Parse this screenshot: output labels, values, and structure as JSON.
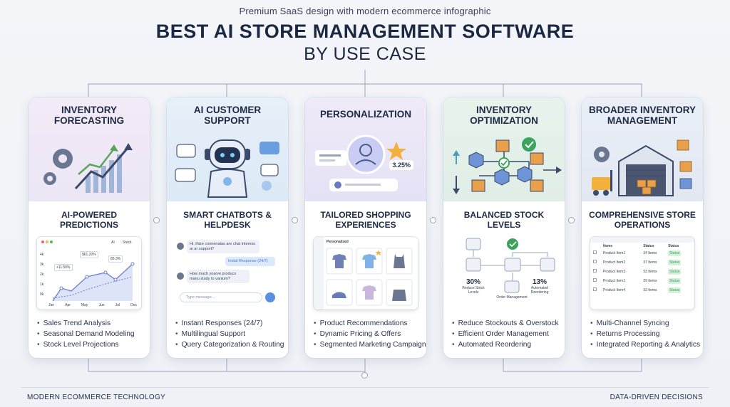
{
  "header": {
    "subtitle": "Premium SaaS design with modern ecommerce infographic",
    "title": "BEST AI STORE MANAGEMENT SOFTWARE",
    "title2": "BY USE CASE"
  },
  "cards": [
    {
      "title": "INVENTORY FORECASTING",
      "subtitle": "AI-POWERED PREDICTIONS",
      "features": [
        "Sales Trend Analysis",
        "Seasonal Demand Modeling",
        "Stock Level Projections"
      ],
      "top_color": "#f1e8f6",
      "chart": {
        "legend": [
          "AI",
          "Stock"
        ],
        "x_labels": [
          "Jan",
          "Apr",
          "May",
          "Jun",
          "Jul",
          "Dec"
        ],
        "y_labels": [
          "4k",
          "3k",
          "2k",
          "1k",
          "0k"
        ],
        "callouts": [
          "+11.50%",
          "$61,20%",
          "85.3%"
        ]
      }
    },
    {
      "title": "AI CUSTOMER SUPPORT",
      "subtitle": "SMART CHATBOTS & HELPDESK",
      "features": [
        "Instant Responses (24/7)",
        "Multilingual Support",
        "Query Categorization & Routing"
      ],
      "top_color": "#e3eef8",
      "chat": {
        "msg1": "Hi, thize connenatas are chat interess ar ar support?",
        "msg2": "Instat Response (24/7)",
        "msg3": "How much yoarve producs manu study to vanium?",
        "placeholder": "Type message..."
      }
    },
    {
      "title": "PERSONALIZATION",
      "subtitle": "TAILORED SHOPPING EXPERIENCES",
      "features": [
        "Product Recommendations",
        "Dynamic Pricing & Offers",
        "Segmented Marketing Campaigns"
      ],
      "top_color": "#ece8f7",
      "badge": "3.25%",
      "panel_label": "Personalized"
    },
    {
      "title": "INVENTORY OPTIMIZATION",
      "subtitle": "BALANCED STOCK LEVELS",
      "features": [
        "Reduce Stockouts & Overstock",
        "Efficient Order Management",
        "Automated Reordering"
      ],
      "top_color": "#e6f2ec",
      "stats": [
        {
          "value": "30%",
          "label": "Reduce Stock Levels"
        },
        {
          "value": "",
          "label": "Order Management"
        },
        {
          "value": "13%",
          "label": "Automated Reordering"
        }
      ]
    },
    {
      "title": "BROADER INVENTORY MANAGEMENT",
      "subtitle": "COMPREHENSIVE STORE OPERATIONS",
      "features": [
        "Multi-Channel Syncing",
        "Returns Processing",
        "Integrated Reporting & Analytics"
      ],
      "top_color": "#e9eef6",
      "table": {
        "headers": [
          "Items",
          "Status",
          "Status"
        ],
        "rows": [
          [
            "Product Item1",
            "34 Items",
            "Status"
          ],
          [
            "Product Item2",
            "37 Items",
            "Status"
          ],
          [
            "Product Item3",
            "53 Items",
            "Status"
          ],
          [
            "Product Item1",
            "29 Items",
            "Status"
          ],
          [
            "Product Item4",
            "33 Items",
            "Status"
          ]
        ]
      }
    }
  ],
  "footer": {
    "left": "MODERN ECOMMERCE TECHNOLOGY",
    "right": "DATA-DRIVEN DECISIONS"
  },
  "colors": {
    "primary": "#1c2742",
    "accent_blue": "#4a78c8",
    "accent_green": "#3aa35c",
    "accent_orange": "#e8a04a"
  }
}
